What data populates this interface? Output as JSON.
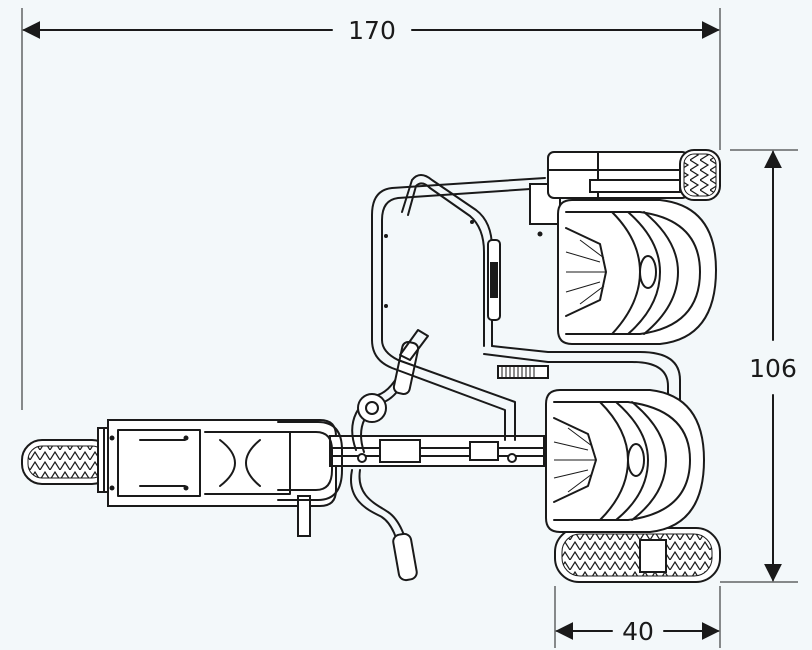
{
  "dimensions": {
    "overall_length": "170",
    "overall_width": "106",
    "seat_width": "40"
  },
  "colors": {
    "background": "#f3f8fa",
    "line": "#1a1a1a",
    "part_fill": "#ffffff"
  }
}
